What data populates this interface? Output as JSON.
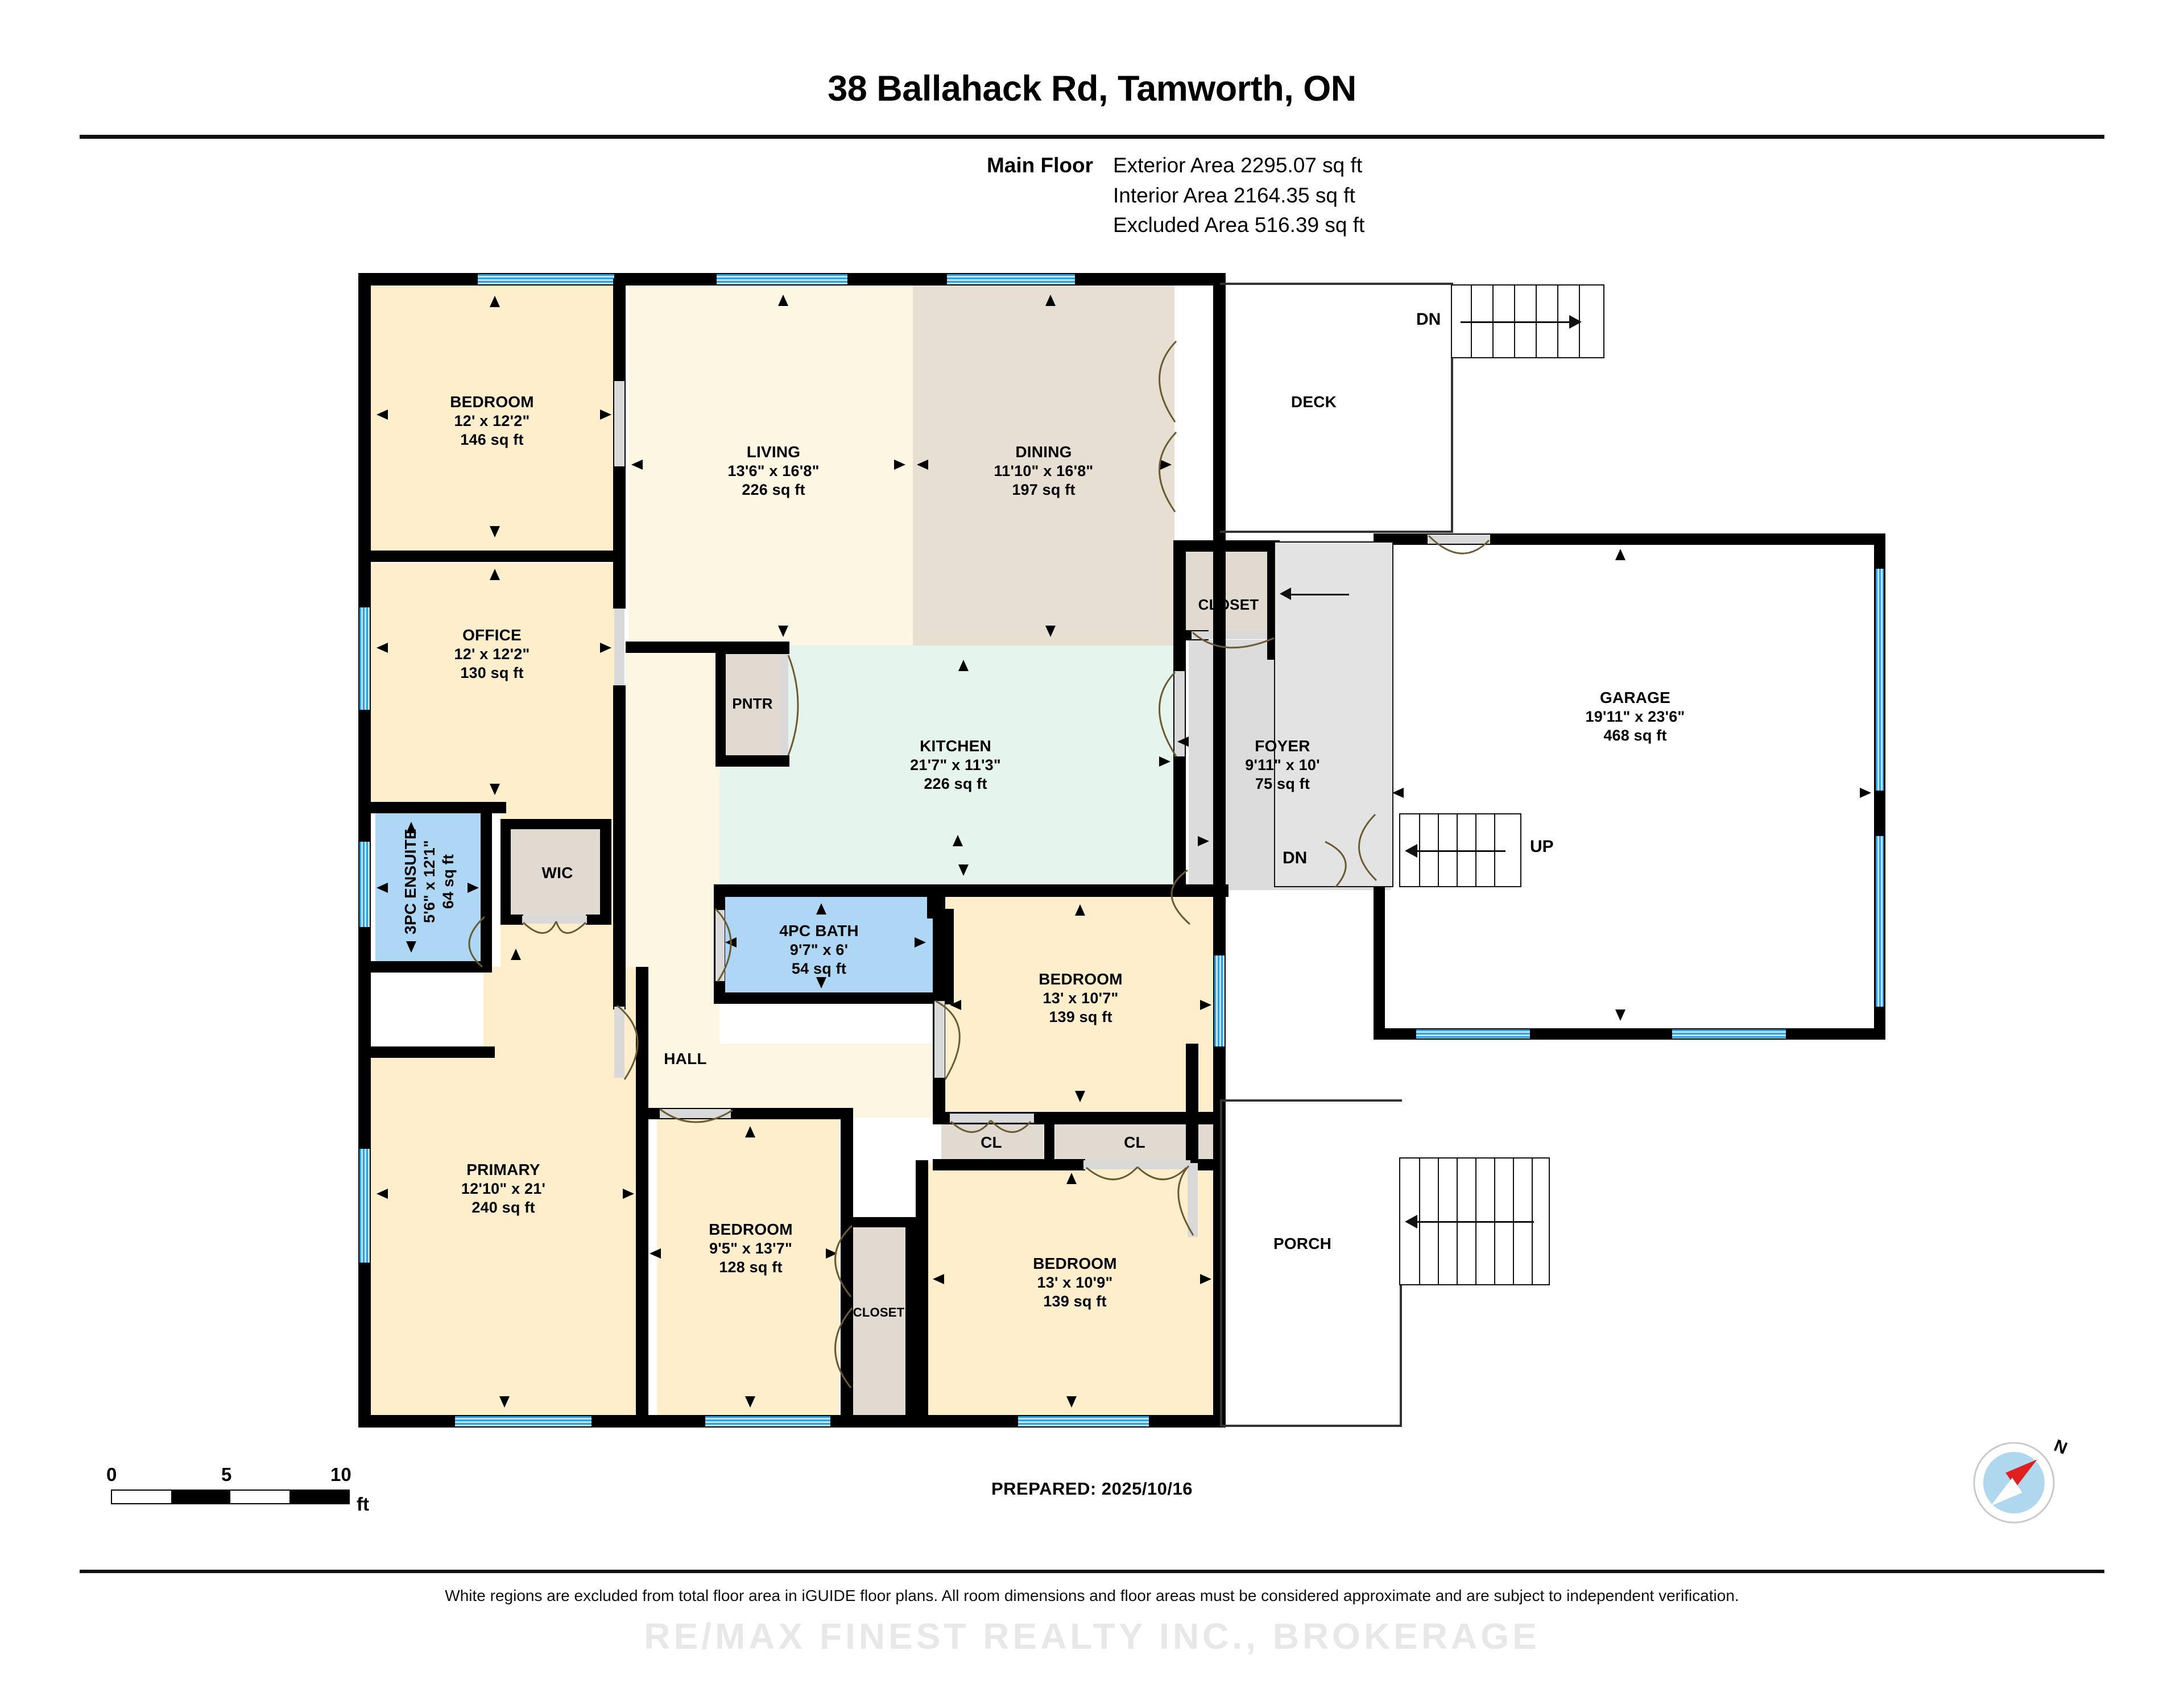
{
  "title": "38 Ballahack Rd, Tamworth, ON",
  "summary": {
    "floor_label": "Main Floor",
    "exterior_area": "Exterior Area 2295.07 sq ft",
    "interior_area": "Interior Area 2164.35 sq ft",
    "excluded_area": "Excluded Area 516.39 sq ft"
  },
  "rooms": {
    "bedroom_nw": {
      "name": "BEDROOM",
      "dims": "12' x 12'2\"",
      "area": "146 sq ft"
    },
    "office": {
      "name": "OFFICE",
      "dims": "12' x 12'2\"",
      "area": "130 sq ft"
    },
    "living": {
      "name": "LIVING",
      "dims": "13'6\" x 16'8\"",
      "area": "226 sq ft"
    },
    "dining": {
      "name": "DINING",
      "dims": "11'10\" x 16'8\"",
      "area": "197 sq ft"
    },
    "kitchen": {
      "name": "KITCHEN",
      "dims": "21'7\" x 11'3\"",
      "area": "226 sq ft"
    },
    "pantry": {
      "name": "PNTR"
    },
    "closet_foyer": {
      "name": "CLOSET"
    },
    "foyer": {
      "name": "FOYER",
      "dims": "9'11\" x 10'",
      "area": "75 sq ft"
    },
    "garage": {
      "name": "GARAGE",
      "dims": "19'11\" x 23'6\"",
      "area": "468 sq ft"
    },
    "deck": {
      "name": "DECK"
    },
    "porch": {
      "name": "PORCH"
    },
    "ensuite": {
      "name": "3PC ENSUITE",
      "dims": "5'6\" x 12'1\"",
      "area": "64 sq ft"
    },
    "wic": {
      "name": "WIC"
    },
    "hall": {
      "name": "HALL"
    },
    "bath4pc": {
      "name": "4PC BATH",
      "dims": "9'7\" x 6'",
      "area": "54 sq ft"
    },
    "bedroom_e": {
      "name": "BEDROOM",
      "dims": "13' x 10'7\"",
      "area": "139 sq ft"
    },
    "primary": {
      "name": "PRIMARY",
      "dims": "12'10\" x 21'",
      "area": "240 sq ft"
    },
    "bedroom_s": {
      "name": "BEDROOM",
      "dims": "9'5\" x 13'7\"",
      "area": "128 sq ft"
    },
    "bedroom_se": {
      "name": "BEDROOM",
      "dims": "13' x 10'9\"",
      "area": "139 sq ft"
    },
    "closet_small": {
      "name": "CLOSET"
    },
    "cl_left": {
      "name": "CL"
    },
    "cl_right": {
      "name": "CL"
    }
  },
  "stairs": {
    "deck_dn": "DN",
    "foyer_dn": "DN",
    "garage_up": "UP"
  },
  "scale": {
    "tick0": "0",
    "tick5": "5",
    "tick10": "10",
    "unit": "ft"
  },
  "compass": {
    "north_label": "N"
  },
  "prepared": "PREPARED: 2025/10/16",
  "disclaimer": "White regions are excluded from total floor area in iGUIDE floor plans. All room dimensions and floor areas must be considered approximate and are subject to independent verification.",
  "watermark": "RE/MAX FINEST REALTY INC., BROKERAGE",
  "colors": {
    "bedroom": "#FFEECC",
    "living": "#FDF6E3",
    "dining": "#E7DFD1",
    "kitchen": "#E6F4EE",
    "bath": "#AED6F5",
    "closet": "#E0DAD0",
    "foyer_gray": "#DCDCDC",
    "window": "#2C9FE0",
    "wall": "#000000",
    "compass_needle": "#E02020",
    "compass_dial": "#AFD8EF"
  }
}
